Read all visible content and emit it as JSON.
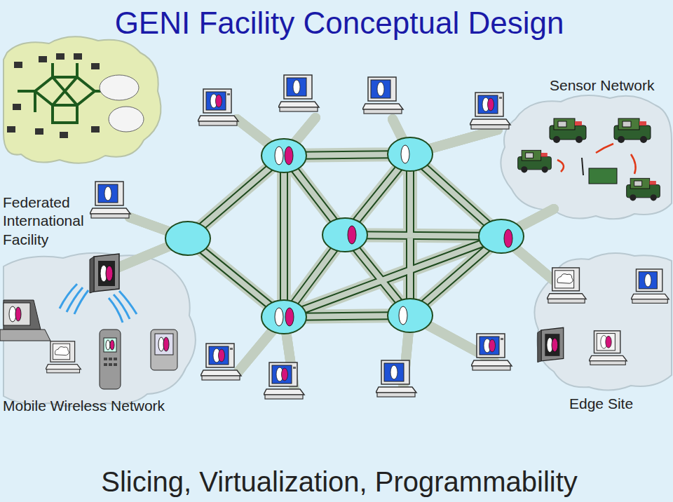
{
  "diagram": {
    "title": "GENI Facility Conceptual Design",
    "caption": "Slicing, Virtualization, Programmability",
    "labels": [
      "Sensor Network",
      "Federated International Facility",
      "Mobile Wireless Network",
      "Edge Site"
    ]
  }
}
